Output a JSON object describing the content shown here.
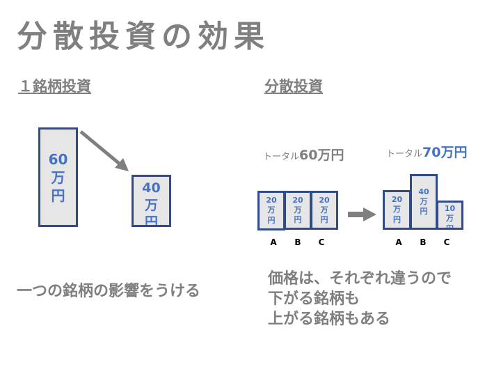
{
  "title": "分散投資の効果",
  "left": {
    "heading": "１銘柄投資",
    "before": {
      "amount": "60",
      "unit1": "万",
      "unit2": "円"
    },
    "after": {
      "amount": "40",
      "unit1": "万",
      "unit2": "円"
    },
    "caption": "一つの銘柄の影響をうける"
  },
  "right": {
    "heading": "分散投資",
    "before_total": {
      "prefix": "トータル",
      "value": "60万円"
    },
    "after_total": {
      "prefix": "トータル",
      "value": "70万円"
    },
    "before": [
      {
        "name": "A",
        "amount": "20"
      },
      {
        "name": "B",
        "amount": "20"
      },
      {
        "name": "C",
        "amount": "20"
      }
    ],
    "after": [
      {
        "name": "A",
        "amount": "20"
      },
      {
        "name": "B",
        "amount": "40"
      },
      {
        "name": "C",
        "amount": "10"
      }
    ],
    "unit1": "万",
    "unit2": "円",
    "caption": [
      "価格は、それぞれ違うので",
      "下がる銘柄も",
      "上がる銘柄もある"
    ]
  },
  "colors": {
    "border": "#2f4b8a",
    "fill": "#e7e6e6",
    "accent": "#4472c4",
    "text": "#7f7f7f"
  }
}
